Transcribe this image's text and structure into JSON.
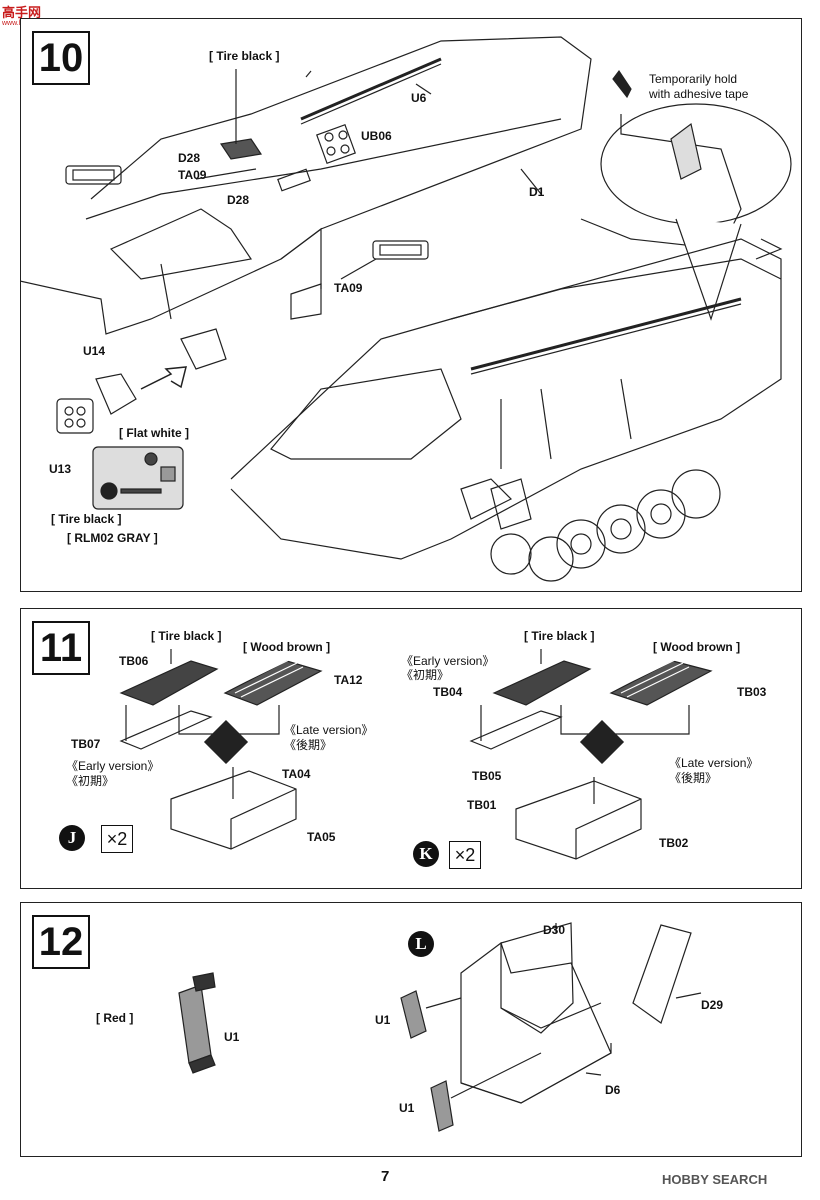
{
  "logo": {
    "name": "高手网",
    "sub": "www.hobbyshow.com"
  },
  "steps": {
    "s10": {
      "number": "10",
      "labels": {
        "tire_black": "[ Tire black ]",
        "u6": "U6",
        "ub06": "UB06",
        "d28a": "D28",
        "ta09a": "TA09",
        "d28b": "D28",
        "d1": "D1",
        "ta09b": "TA09",
        "u14": "U14",
        "flat_white": "[ Flat white ]",
        "u13": "U13",
        "tire_black2": "[ Tire black ]",
        "rlm02": "[ RLM02 GRAY ]"
      },
      "tape_note": [
        "Temporarily hold",
        "with adhesive tape"
      ]
    },
    "s11": {
      "number": "11",
      "left": {
        "tire_black": "[ Tire black ]",
        "wood_brown": "[ Wood brown ]",
        "tb06": "TB06",
        "ta12": "TA12",
        "tb07": "TB07",
        "late": "《Late version》",
        "late_cn": "《後期》",
        "early": "《Early version》",
        "early_cn": "《初期》",
        "ta04": "TA04",
        "ta05": "TA05",
        "badge": "J",
        "qty": "×2"
      },
      "right": {
        "tire_black": "[ Tire black ]",
        "wood_brown": "[ Wood brown ]",
        "early": "《Early version》",
        "early_cn": "《初期》",
        "tb04": "TB04",
        "tb03": "TB03",
        "tb05": "TB05",
        "late": "《Late version》",
        "late_cn": "《後期》",
        "tb01": "TB01",
        "tb02": "TB02",
        "badge": "K",
        "qty": "×2"
      }
    },
    "s12": {
      "number": "12",
      "labels": {
        "red": "[ Red ]",
        "u1a": "U1",
        "badge": "L",
        "d30": "D30",
        "u1b": "U1",
        "d29": "D29",
        "d6": "D6",
        "u1c": "U1"
      }
    }
  },
  "page_number": "7",
  "watermark": "HOBBY SEARCH"
}
